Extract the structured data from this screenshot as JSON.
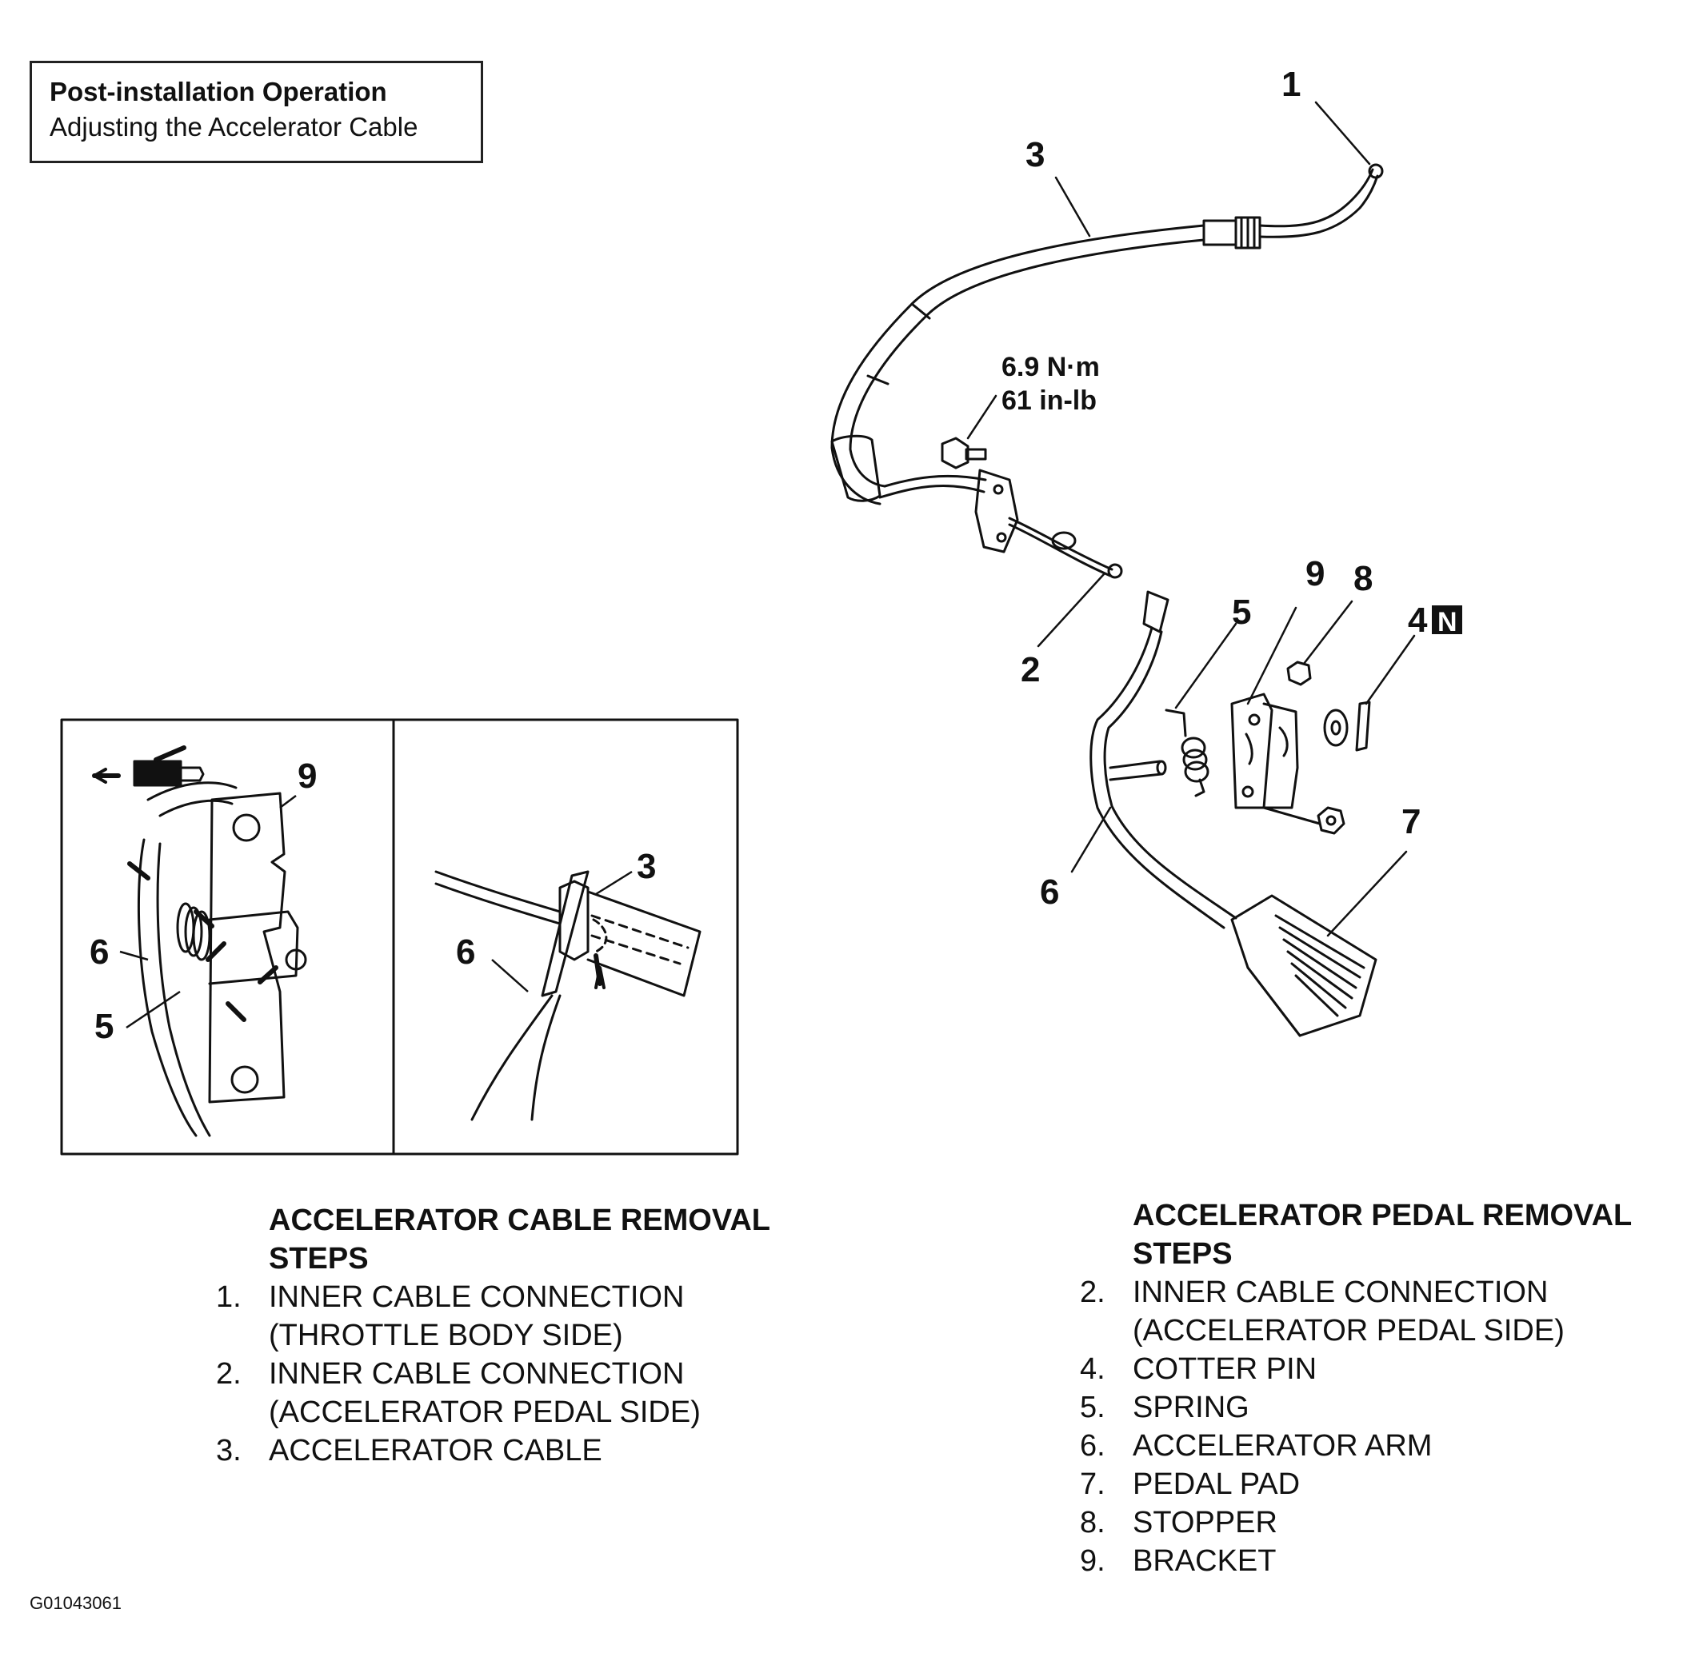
{
  "note_box": {
    "title": "Post-installation Operation",
    "subtitle": "Adjusting the Accelerator Cable"
  },
  "torque": {
    "line1": "6.9 N·m",
    "line2": "61 in-lb"
  },
  "callouts": {
    "c1": "1",
    "c2": "2",
    "c3": "3",
    "c4": "4",
    "c4_badge": "N",
    "c5": "5",
    "c6": "6",
    "c7": "7",
    "c8": "8",
    "c9": "9"
  },
  "detail_left": {
    "c9": "9",
    "c6": "6",
    "c5": "5"
  },
  "detail_right": {
    "c3": "3",
    "c6": "6"
  },
  "cable_steps": {
    "heading_line1": "ACCELERATOR CABLE REMOVAL",
    "heading_line2": "STEPS",
    "items": [
      {
        "num": "1.",
        "line1": "INNER CABLE CONNECTION",
        "line2": "(THROTTLE BODY SIDE)"
      },
      {
        "num": "2.",
        "line1": "INNER CABLE CONNECTION",
        "line2": "(ACCELERATOR PEDAL SIDE)"
      },
      {
        "num": "3.",
        "line1": "ACCELERATOR CABLE",
        "line2": ""
      }
    ]
  },
  "pedal_steps": {
    "heading_line1": "ACCELERATOR PEDAL REMOVAL",
    "heading_line2": "STEPS",
    "items": [
      {
        "num": "2.",
        "line1": "INNER CABLE CONNECTION",
        "line2": "(ACCELERATOR PEDAL SIDE)"
      },
      {
        "num": "4.",
        "line1": "COTTER PIN",
        "line2": ""
      },
      {
        "num": "5.",
        "line1": "SPRING",
        "line2": ""
      },
      {
        "num": "6.",
        "line1": "ACCELERATOR ARM",
        "line2": ""
      },
      {
        "num": "7.",
        "line1": "PEDAL PAD",
        "line2": ""
      },
      {
        "num": "8.",
        "line1": "STOPPER",
        "line2": ""
      },
      {
        "num": "9.",
        "line1": "BRACKET",
        "line2": ""
      }
    ]
  },
  "figure_code": "G01043061"
}
